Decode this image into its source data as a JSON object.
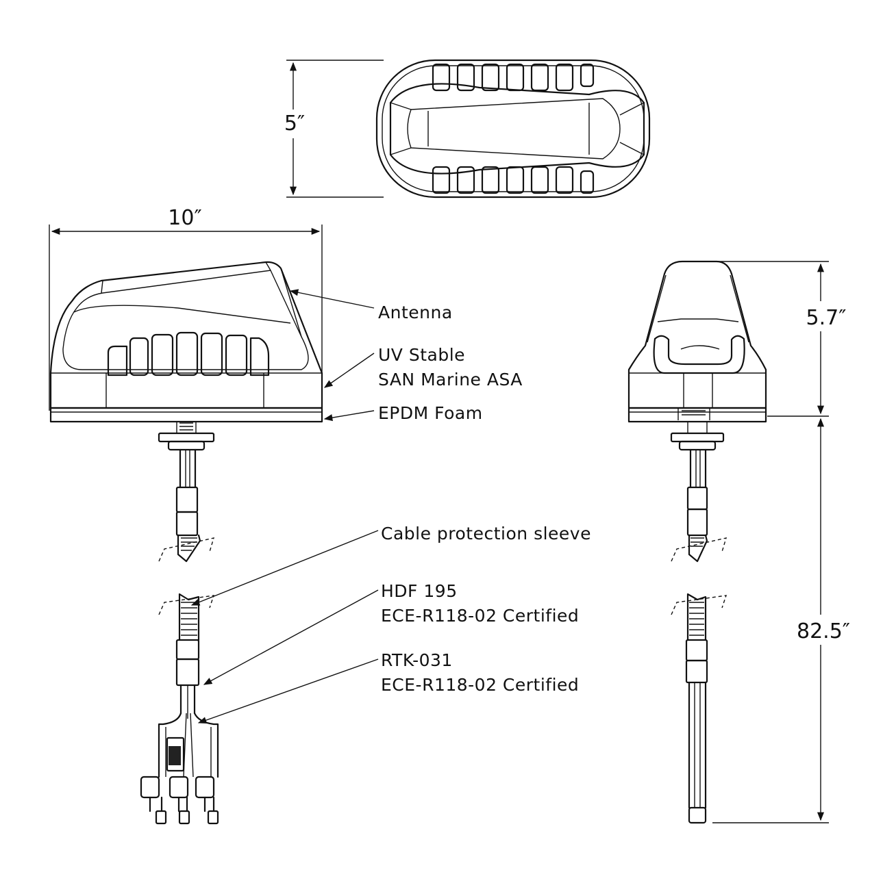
{
  "dimensions": {
    "top_height": "5″",
    "front_width": "10″",
    "side_height": "5.7″",
    "cable_length": "82.5″"
  },
  "callouts": {
    "antenna": "Antenna",
    "uv_line1": "UV Stable",
    "uv_line2": "SAN Marine ASA",
    "epdm": "EPDM Foam",
    "sleeve": "Cable protection sleeve",
    "hdf_line1": "HDF 195",
    "hdf_line2": "ECE-R118-02 Certified",
    "rtk_line1": "RTK-031",
    "rtk_line2": "ECE-R118-02 Certified"
  },
  "colors": {
    "ink": "#111111",
    "background": "#ffffff"
  }
}
